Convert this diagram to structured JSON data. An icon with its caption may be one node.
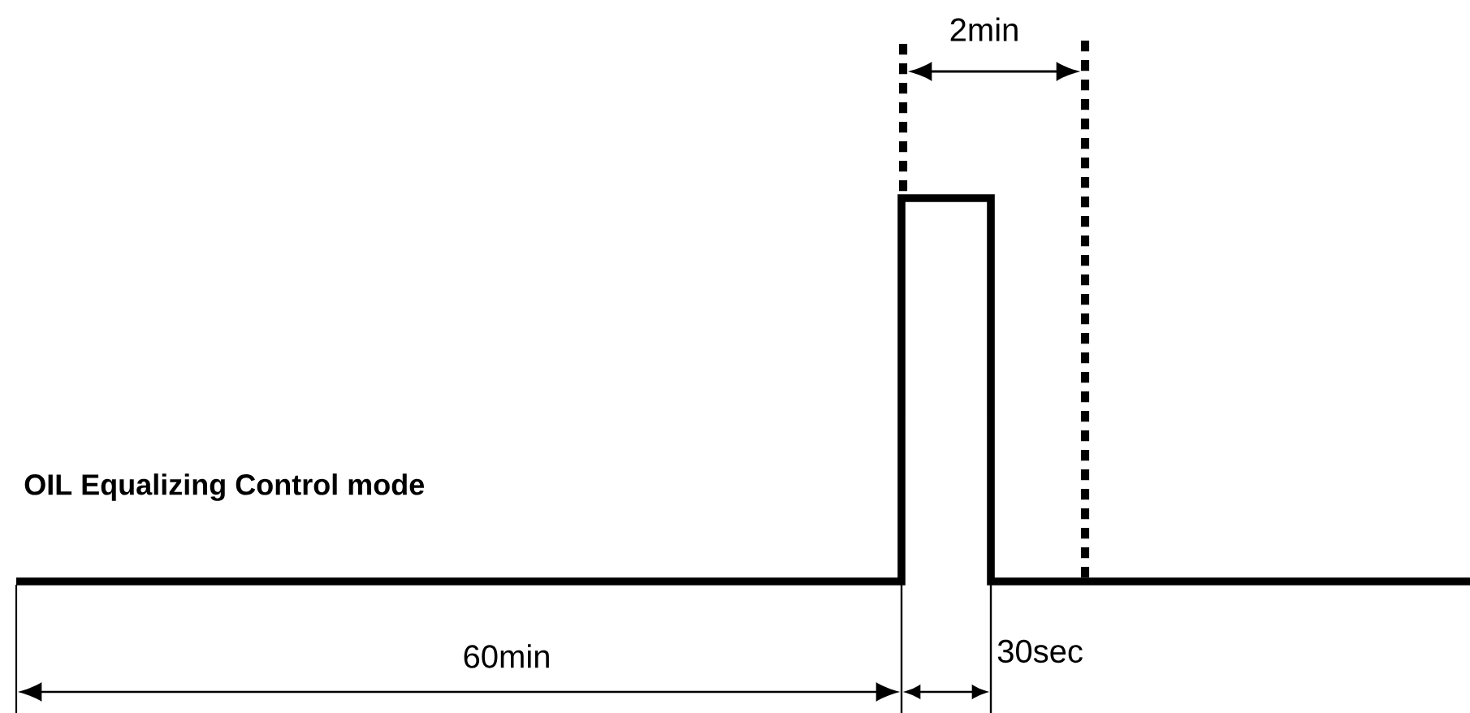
{
  "diagram": {
    "labels": [
      "2min",
      "OIL Equalizing Control mode",
      "60min",
      "30sec"
    ]
  }
}
